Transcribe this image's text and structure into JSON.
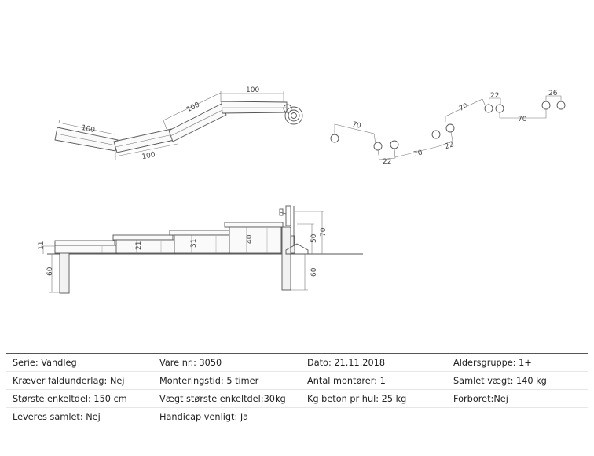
{
  "plan_view": {
    "section_dims": [
      "100",
      "100",
      "100",
      "100"
    ]
  },
  "post_layout": {
    "dims": [
      "70",
      "22",
      "70",
      "22",
      "70",
      "22",
      "70",
      "26"
    ]
  },
  "elevation": {
    "dims": [
      "11",
      "60",
      "21",
      "31",
      "40",
      "50",
      "70",
      "60"
    ]
  },
  "specs": {
    "rows": [
      [
        "Serie: Vandleg",
        "Vare nr.: 3050",
        "Dato: 21.11.2018",
        "Aldersgruppe: 1+"
      ],
      [
        "Kræver faldunderlag: Nej",
        "Monteringstid: 5 timer",
        "Antal montører: 1",
        "Samlet vægt: 140 kg"
      ],
      [
        "Største enkeltdel: 150 cm",
        "Vægt største enkeltdel:30kg",
        "Kg beton pr hul: 25 kg",
        "Forboret:Nej"
      ],
      [
        "Leveres samlet: Nej",
        "Handicap venligt: Ja",
        "",
        ""
      ]
    ]
  }
}
